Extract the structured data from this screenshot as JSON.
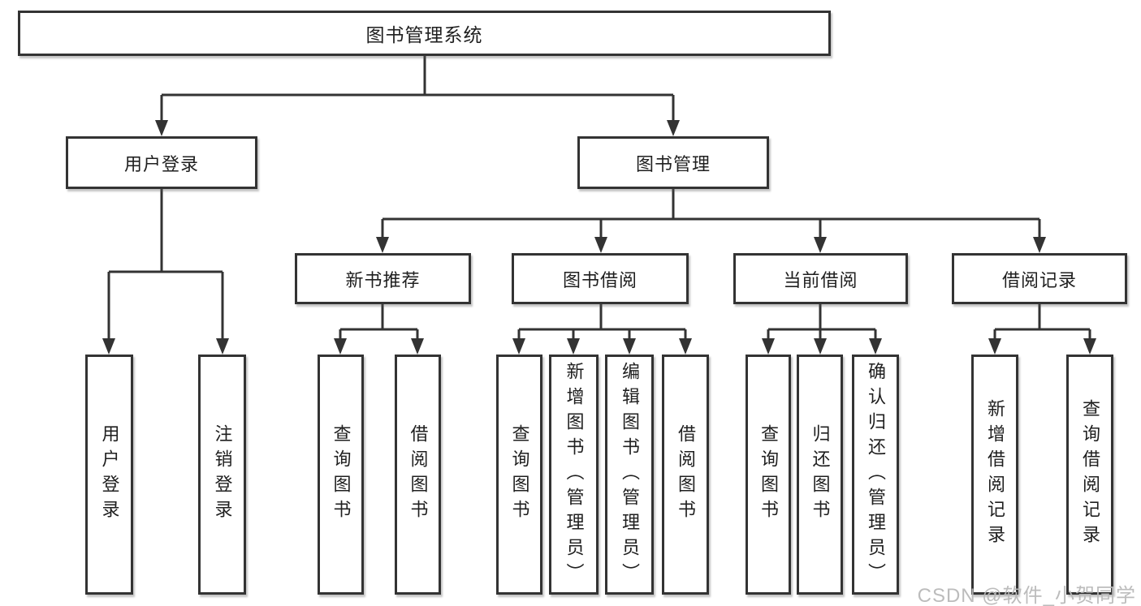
{
  "diagram": {
    "type": "hierarchy",
    "colors": {
      "line": "#333333",
      "box_border": "#333333",
      "box_background": "#ffffff",
      "text": "#1f1f1f",
      "watermark": "#b8b8b8"
    },
    "root": {
      "label": "图书管理系统"
    },
    "level2": [
      {
        "label": "用户登录",
        "parent": "图书管理系统"
      },
      {
        "label": "图书管理",
        "parent": "图书管理系统"
      }
    ],
    "level3": [
      {
        "label": "新书推荐",
        "parent": "图书管理"
      },
      {
        "label": "图书借阅",
        "parent": "图书管理"
      },
      {
        "label": "当前借阅",
        "parent": "图书管理"
      },
      {
        "label": "借阅记录",
        "parent": "图书管理"
      }
    ],
    "leaves": [
      {
        "label": "用户登录",
        "parent": "用户登录"
      },
      {
        "label": "注销登录",
        "parent": "用户登录"
      },
      {
        "label": "查询图书",
        "parent": "新书推荐"
      },
      {
        "label": "借阅图书",
        "parent": "新书推荐"
      },
      {
        "label": "查询图书",
        "parent": "图书借阅"
      },
      {
        "label": "新增图书（管理员）",
        "parent": "图书借阅"
      },
      {
        "label": "编辑图书（管理员）",
        "parent": "图书借阅"
      },
      {
        "label": "借阅图书",
        "parent": "图书借阅"
      },
      {
        "label": "查询图书",
        "parent": "当前借阅"
      },
      {
        "label": "归还图书",
        "parent": "当前借阅"
      },
      {
        "label": "确认归还（管理员）",
        "parent": "当前借阅"
      },
      {
        "label": "新增借阅记录",
        "parent": "借阅记录"
      },
      {
        "label": "查询借阅记录",
        "parent": "借阅记录"
      }
    ],
    "watermark": "CSDN @软件_小贺同学"
  }
}
